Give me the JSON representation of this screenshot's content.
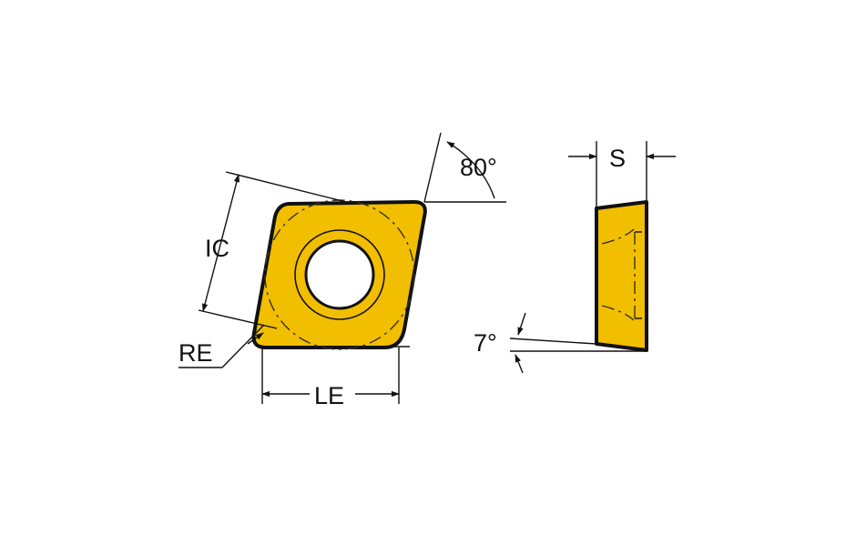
{
  "diagram": {
    "labels": {
      "ic": "IC",
      "angle_top": "80°",
      "re": "RE",
      "le": "LE",
      "s": "S",
      "angle_side": "7°"
    },
    "colors": {
      "insert_fill": "#F2BE00",
      "outline": "#111111",
      "background": "#FFFFFF"
    }
  }
}
